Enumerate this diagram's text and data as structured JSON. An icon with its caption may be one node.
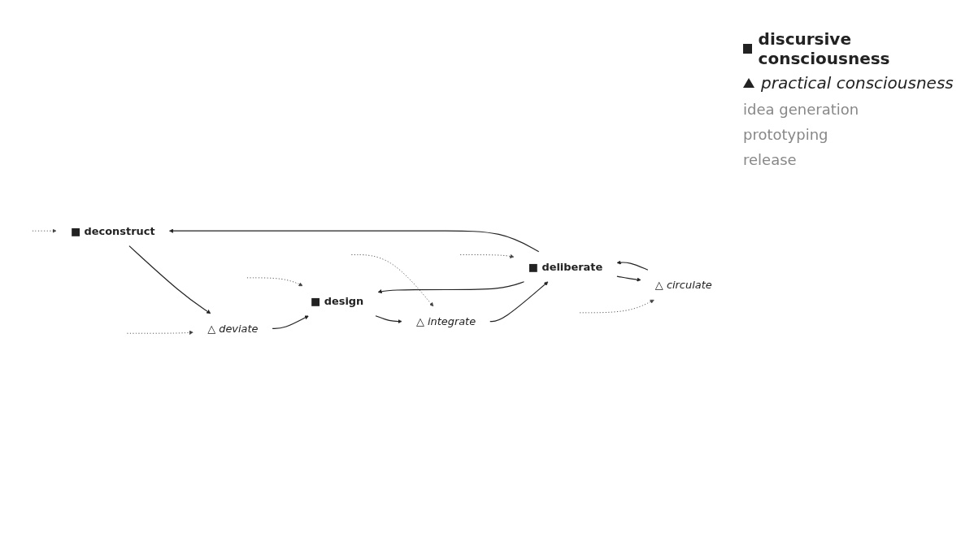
{
  "diagram": {
    "nodes": [
      {
        "text": [
          "■ deconstruct"
        ]
      },
      {
        "text": [
          "△ deviate"
        ]
      },
      {
        "text": [
          "■ design"
        ]
      },
      {
        "text": [
          "△ integrate"
        ]
      },
      {
        "text": [
          "■ deliberate"
        ]
      },
      {
        "text": [
          "△ circulate"
        ]
      }
    ],
    "edges": [
      {
        "from": 0,
        "to": 1,
        "arrow": "to"
      },
      {
        "from": 1,
        "to": 2,
        "arrow": "to"
      },
      {
        "from": 2,
        "to": 3,
        "arrow": "to"
      },
      {
        "from": 3,
        "to": 4,
        "arrow": "to"
      },
      {
        "from": 4,
        "to": 0,
        "arrow": "to"
      },
      {
        "from": 4,
        "to": 2,
        "arrow": "to"
      },
      {
        "from": 4,
        "to": 5,
        "arrow": "to"
      },
      {
        "from": 5,
        "to": 4,
        "arrow": "to"
      },
      {
        "from": null,
        "to": 0,
        "arrow": "to",
        "style": "dashed"
      },
      {
        "from": null,
        "to": 2,
        "arrow": "to",
        "style": "dashed"
      },
      {
        "from": null,
        "to": 4,
        "arrow": "to",
        "style": "dashed"
      },
      {
        "from": null,
        "to": 1,
        "arrow": "to",
        "style": "dashed"
      },
      {
        "from": null,
        "to": 3,
        "arrow": "to",
        "style": "dashed"
      },
      {
        "from": null,
        "to": 5,
        "arrow": "to",
        "style": "dashed"
      }
    ],
    "labels": [
      "idea generation",
      "prototyping",
      "release"
    ],
    "legend": [
      {
        "text": "discursive consciousness"
      },
      {
        "text": "practical consciousness"
      }
    ]
  }
}
